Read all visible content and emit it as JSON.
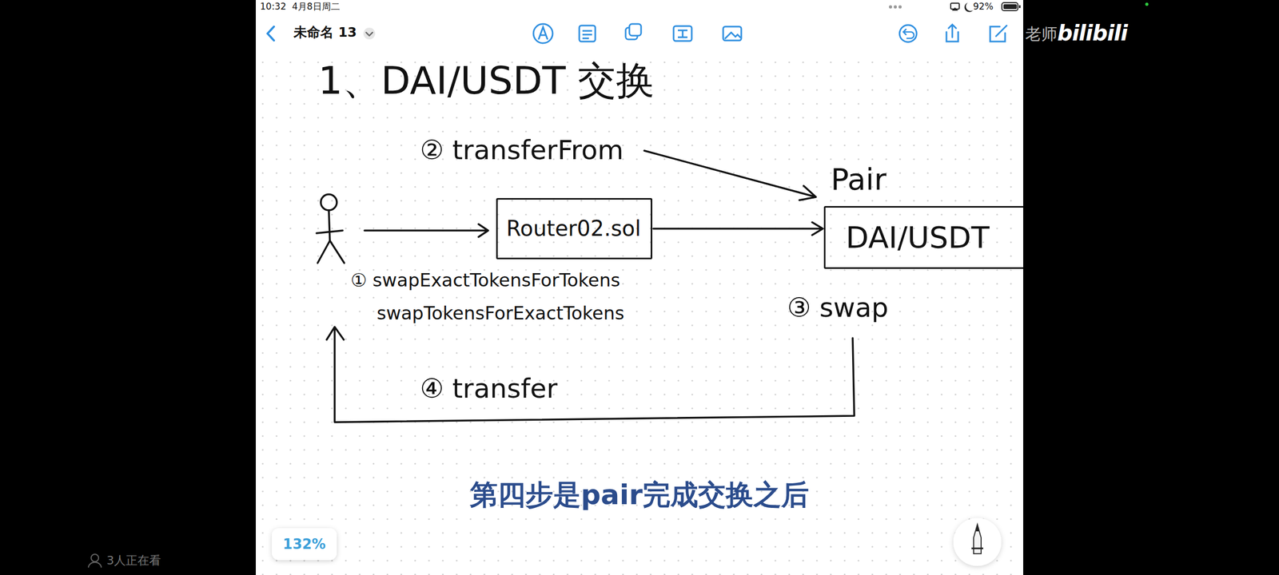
{
  "diagram": {
    "title": "1、DAI/USDT 交换",
    "caption": "第四步是pair完成交换之后",
    "nodes": [
      {
        "text": [
          "Router02.sol"
        ]
      },
      {
        "text": [
          "Pair",
          "DAI/USDT"
        ]
      }
    ],
    "edges": [
      {
        "from": 0,
        "to": 1,
        "arrow": "to"
      }
    ],
    "labels": [
      "10:32",
      "4月8日周二",
      "92%",
      "未命名 13",
      "老师",
      "bilibili",
      "② transferFrom",
      "① swapExactTokensForTokens",
      "swapTokensForExactTokens",
      "③ swap",
      "④ transfer",
      "132%",
      "3人正在看"
    ]
  }
}
